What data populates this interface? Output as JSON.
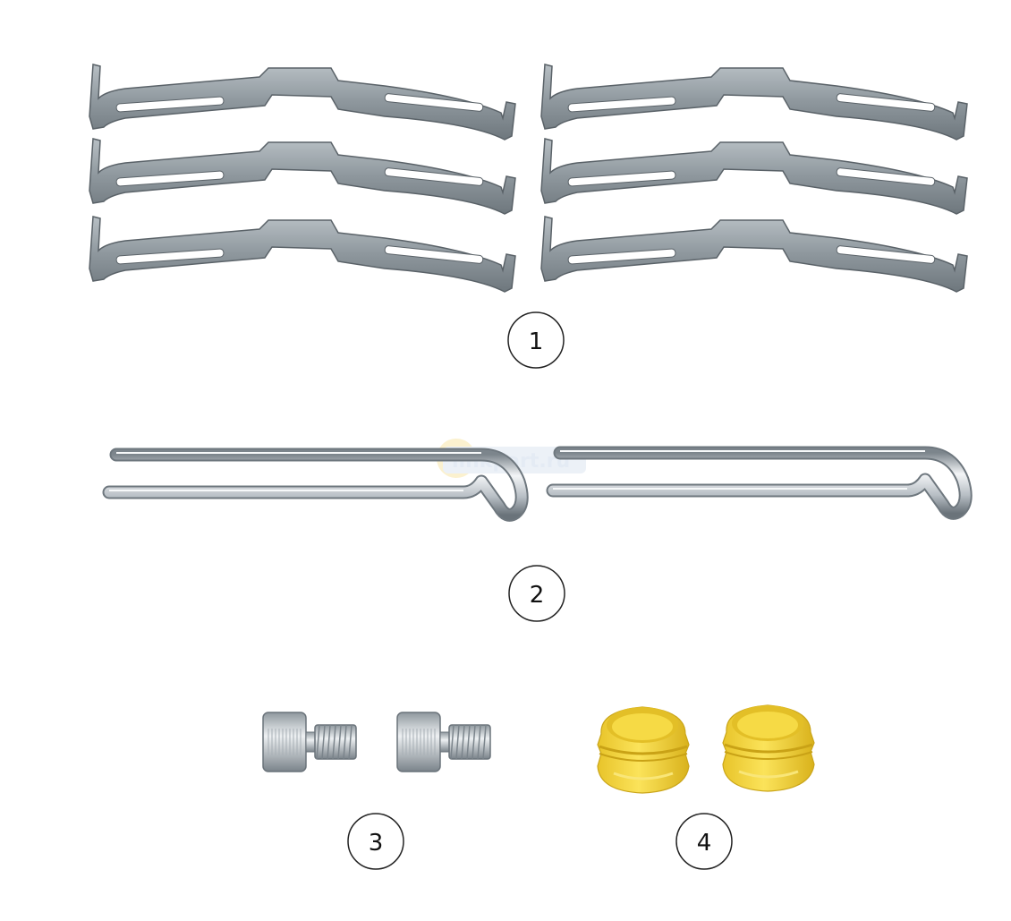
{
  "callouts": {
    "c1": "1",
    "c2": "2",
    "c3": "3",
    "c4": "4"
  },
  "watermark": {
    "text": "linkpart.ru"
  },
  "icons": {
    "part1": "spring-clip-icon",
    "part2": "bent-pin-icon",
    "part3": "screw-icon",
    "part4": "cap-icon"
  },
  "colors": {
    "background": "#ffffff",
    "metal": "#9aa3a9",
    "metal_dark": "#5f676d",
    "pin": "#c7cdd3",
    "cap_yellow": "#f3d437",
    "cap_shadow": "#d6b31e"
  }
}
